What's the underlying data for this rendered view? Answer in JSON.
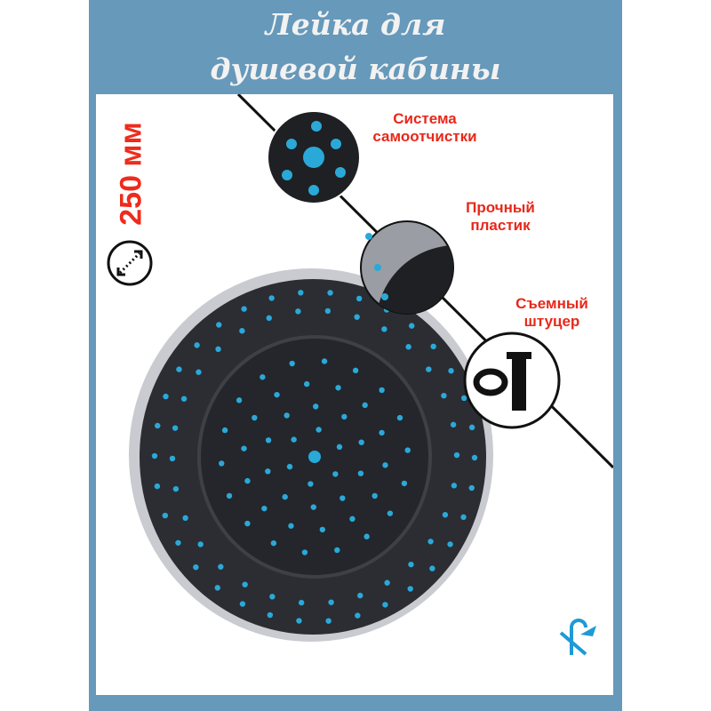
{
  "title": {
    "line1": "Лейка для",
    "line2": "душевой кабины"
  },
  "size_label": "250 мм",
  "features": [
    {
      "label_line1": "Система",
      "label_line2": "самоотчистки"
    },
    {
      "label_line1": "Прочный",
      "label_line2": "пластик"
    },
    {
      "label_line1": "Съемный",
      "label_line2": "штуцер"
    }
  ],
  "colors": {
    "frame": "#6699ba",
    "accent_red": "#e8281a",
    "nozzle": "#2aa9d8",
    "body": "#2b2d33"
  }
}
